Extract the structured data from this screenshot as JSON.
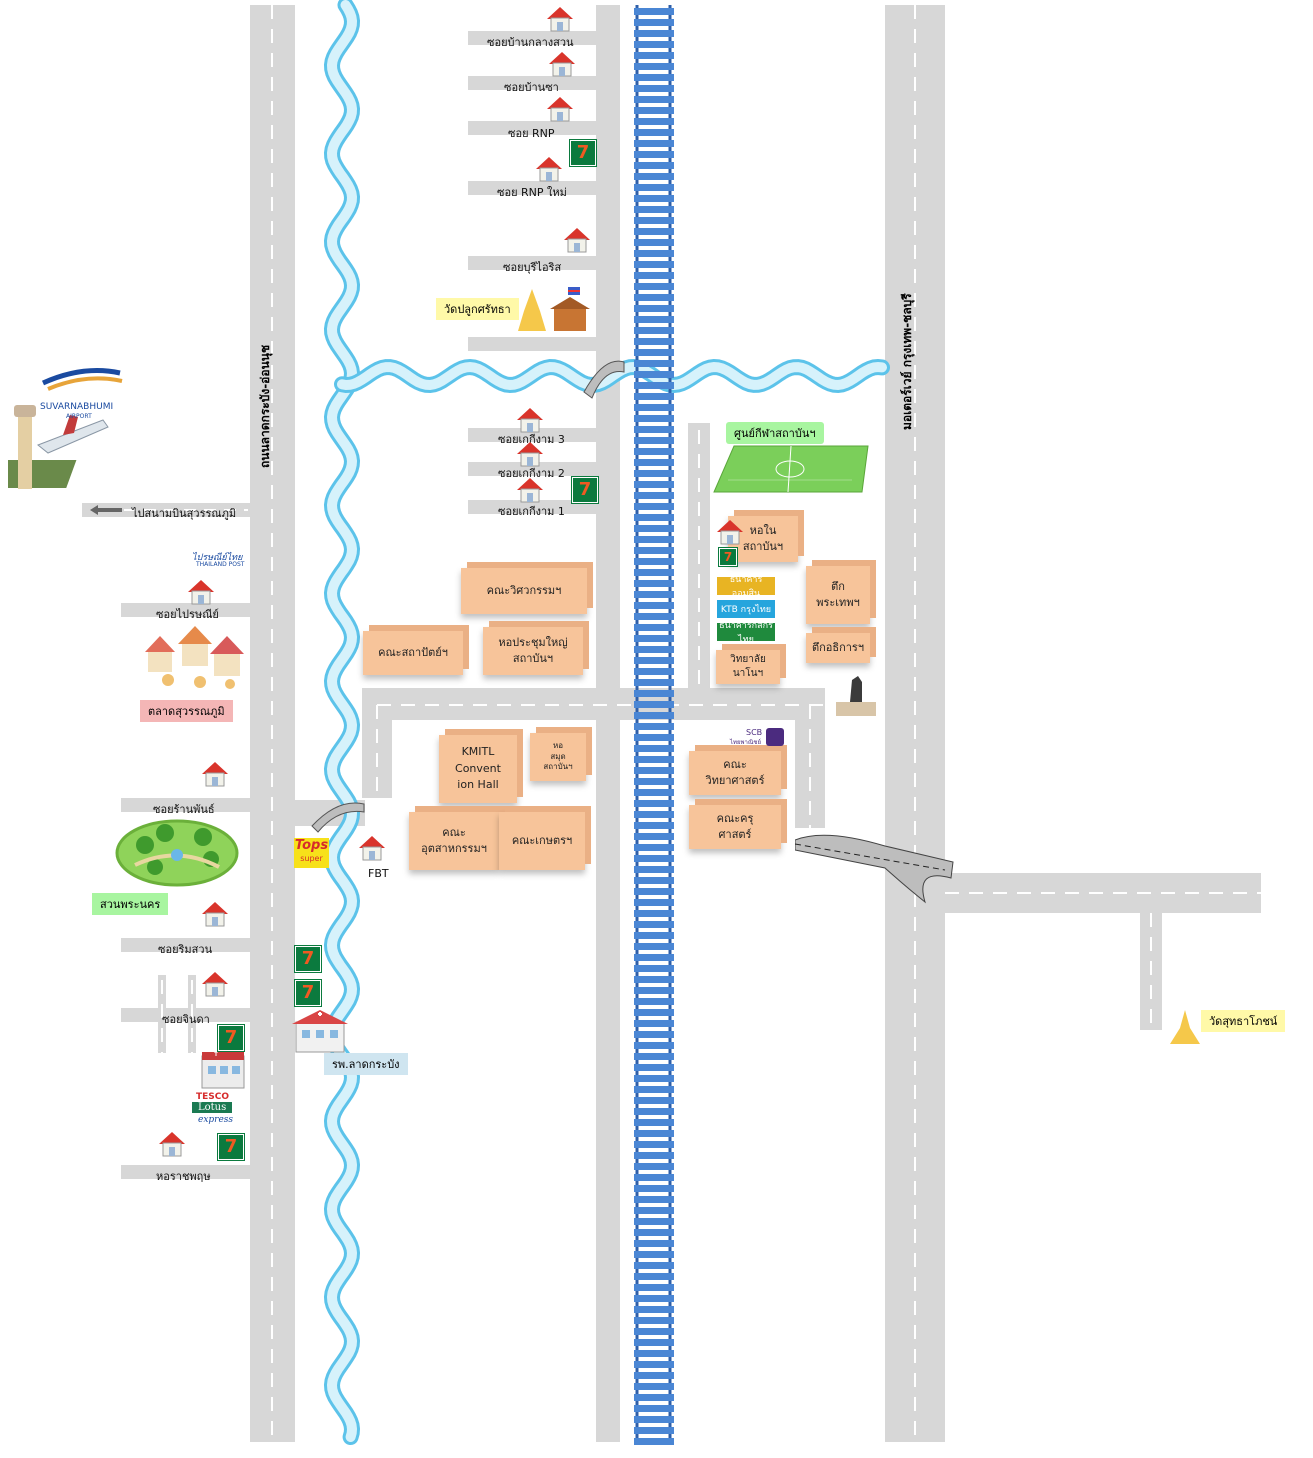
{
  "roads": {
    "lat_krabang": "ถนนลาดกระบัง-อ่อนนุช",
    "motorway": "มอเตอร์เวย์ กรุงเทพ-ชลบุรี"
  },
  "airport": {
    "logo_text": "SUVARNABHUMI",
    "logo_sub": "AIRPORT",
    "direction_label": "ไปสนามบินสุวรรณภูมิ"
  },
  "sois_north": [
    "ซอยบ้านกลางสวน",
    "ซอยบ้านซา",
    "ซอย RNP",
    "ซอย RNP ใหม่",
    "ซอยบุรีไอริส"
  ],
  "wat_pluk": "วัดปลูกศรัทธา",
  "sois_kingkaew": [
    "ซอยเกกีงาม 3",
    "ซอยเกกีงาม 2",
    "ซอยเกกีงาม 1"
  ],
  "west_side": {
    "post_logo": "ไปรษณีย์ไทย",
    "post_sub": "THAILAND POST",
    "soi_post": "ซอยไปรษณีย์",
    "market": "ตลาดสุวรรณภูมิ",
    "soi_ran_phan": "ซอยร้านพันธ์",
    "park": "สวนพระนคร",
    "soi_rim_suan": "ซอยริมสวน",
    "soi_chinda": "ซอยจินดา",
    "tesco_1": "TESCO",
    "tesco_2": "Lotus",
    "tesco_3": "express",
    "hostel": "หอราชพฤษ"
  },
  "tops": {
    "line1": "Tops",
    "line2": "super"
  },
  "fbt": "FBT",
  "hospital": "รพ.ลาดกระบัง",
  "campus": {
    "engineering": "คณะวิศวกรรมฯ",
    "architecture": "คณะสถาปัตย์ฯ",
    "great_hall": "หอประชุมใหญ่\nสถาบันฯ",
    "kmitl_hall": "KMITL\nConvent\nion Hall",
    "small_bldg": "หอ\nสมุด\nสถาบันฯ",
    "industrial": "คณะ\nอุตสาหกรรมฯ",
    "agriculture": "คณะเกษตรฯ",
    "science": "คณะ\nวิทยาศาสตร์",
    "education": "คณะครุ\nศาสตร์",
    "sports_center": "ศูนย์กีฬาสถาบันฯ",
    "dorm": "หอใน\nสถาบันฯ",
    "prathep": "ตึก\nพระเทพฯ",
    "admin": "ตึกอธิการฯ",
    "nano": "วิทยาลัย\nนาโนฯ",
    "bank1": "ธนาคารออมสิน",
    "bank2": "KTB กรุงไทย",
    "bank3": "ธนาคารกสิกรไทย",
    "scb": "SCB",
    "scb_sub": "ไทยพาณิชย์"
  },
  "wat_east": "วัดสุทธาโภชน์",
  "seven_label": "7",
  "colors": {
    "road": "#d7d7d7",
    "river": "#b9e7f8",
    "rail": "#4a86d4",
    "building": "#f7c49a"
  }
}
